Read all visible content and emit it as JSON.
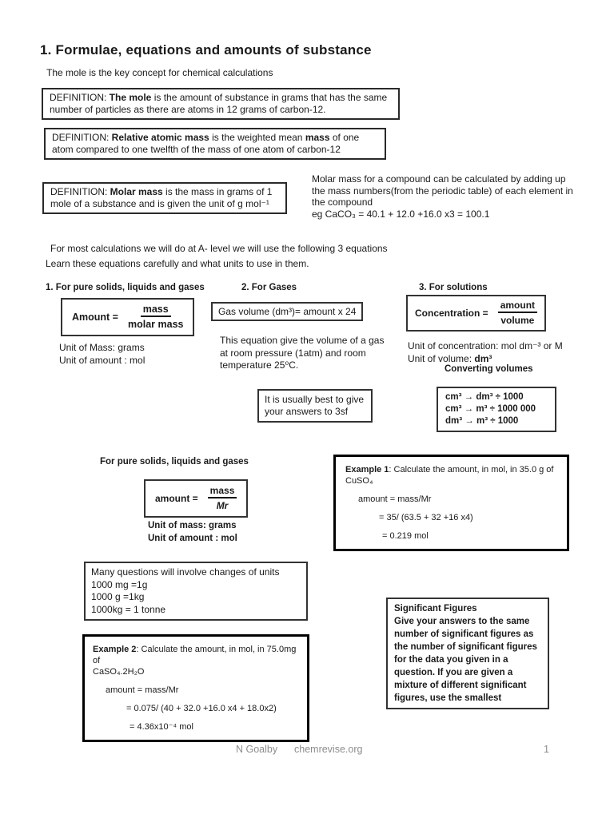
{
  "page": {
    "title": "1. Formulae, equations and amounts of substance",
    "intro": "The mole is the key concept for chemical calculations",
    "footer": {
      "author": "N Goalby",
      "site": "chemrevise.org",
      "page_number": "1"
    }
  },
  "definitions": {
    "mole": {
      "prefix": "DEFINITION: ",
      "term": "The mole",
      "rest": " is the amount of substance in grams that has the same number of particles as there are atoms in 12 grams of carbon-12."
    },
    "ram": {
      "prefix": "DEFINITION: ",
      "term": "Relative atomic mass",
      "mid": " is the weighted mean ",
      "term2": " mass",
      "rest": " of one atom compared to one twelfth of the mass of one atom of carbon-12"
    },
    "molar": {
      "prefix": "DEFINITION: ",
      "term": "Molar mass",
      "rest": " is the mass in grams of 1 mole of a substance and is given the unit of g mol⁻¹"
    }
  },
  "molar_note": {
    "text": "Molar mass for a compound can be calculated by adding up the mass numbers(from the periodic table) of each element in the compound",
    "example": "eg CaCO₃ = 40.1 + 12.0 +16.0 x3 = 100.1"
  },
  "equations_intro": {
    "line1": "For  most calculations we will do at A- level we will use the following 3 equations",
    "line2": "Learn these equations carefully and what units to use in them."
  },
  "eq1": {
    "header": "1. For pure solids, liquids and gases",
    "lhs": "Amount =",
    "numerator": "mass",
    "denominator": "molar mass",
    "unit1": "Unit of Mass:  grams",
    "unit2": "Unit of amount : mol"
  },
  "eq2": {
    "header": "2.  For Gases",
    "formula": "Gas volume (dm³)= amount x 24",
    "note": "This equation give the volume of a gas at room pressure (1atm) and room temperature 25⁰C."
  },
  "eq3": {
    "header": "3.  For solutions",
    "lhs": "Concentration =",
    "numerator": "amount",
    "denominator": "volume",
    "unit1": "Unit of concentration:  mol dm⁻³ or M",
    "unit2_label": "Unit of volume: ",
    "unit2_value": "dm³",
    "converting_header": "Converting volumes"
  },
  "tip_3sf": "It is usually best to give your answers to 3sf",
  "conversions": {
    "lines": [
      "cm³ → dm³ ÷ 1000",
      "cm³ → m³ ÷ 1000 000",
      "dm³ → m³ ÷ 1000"
    ]
  },
  "pure_section": {
    "header": "For pure solids, liquids and gases",
    "lhs": "amount =",
    "numerator": "mass",
    "denominator": "Mr",
    "unit1": "Unit of mass:  grams",
    "unit2": "Unit of amount : mol"
  },
  "example1": {
    "label": "Example 1",
    "text": ": Calculate the amount, in mol, in 35.0 g of\nCuSO₄",
    "lines": [
      "amount =   mass/Mr",
      "= 35/ (63.5 + 32 +16 x4)",
      "= 0.219 mol"
    ]
  },
  "units_note": {
    "lines": [
      "Many questions will involve changes of units",
      "1000 mg =1g",
      "1000 g =1kg",
      "1000kg = 1 tonne"
    ]
  },
  "sig_figs": {
    "header": "Significant Figures",
    "body": "Give your answers to the same number of significant figures as the number of significant figures for the data you given in a question. If you are given a mixture of different significant figures, use the smallest"
  },
  "example2": {
    "label": "Example 2",
    "text": ": Calculate the amount, in mol, in 75.0mg of\nCaSO₄.2H₂O",
    "lines": [
      "amount =   mass/Mr",
      "= 0.075/ (40 + 32.0 +16.0 x4 + 18.0x2)",
      "= 4.36x10⁻⁴  mol"
    ]
  }
}
